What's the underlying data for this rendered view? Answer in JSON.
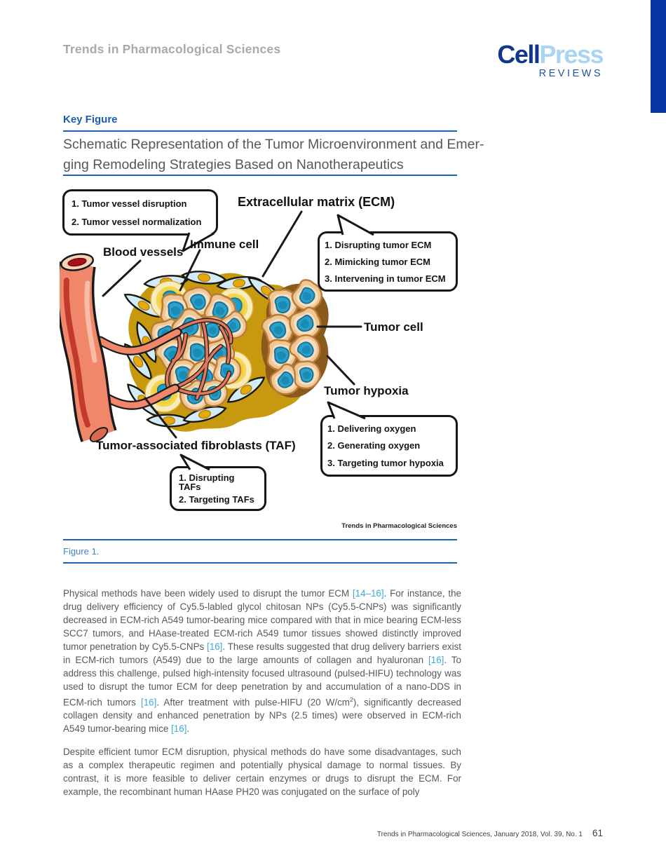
{
  "header": {
    "journal": "Trends in Pharmacological Sciences"
  },
  "logo": {
    "cell": "Cell",
    "press": "Press",
    "tagline": "REVIEWS"
  },
  "key_figure": {
    "label": "Key Figure",
    "title_line1": "Schematic Representation of the Tumor Microenvironment and Emer-",
    "title_line2": "ging Remodeling Strategies Based on Nanotherapeutics"
  },
  "figure": {
    "labels": {
      "ecm": "Extracellular matrix (ECM)",
      "blood_vessels": "Blood vessels",
      "immune_cell": "Immune cell",
      "tumor_cell": "Tumor cell",
      "tumor_hypoxia": "Tumor hypoxia",
      "taf": "Tumor-associated fibroblasts (TAF)"
    },
    "callouts": {
      "vessel": [
        "1. Tumor vessel disruption",
        "2. Tumor vessel normalization"
      ],
      "ecm": [
        "1. Disrupting tumor ECM",
        "2. Mimicking tumor ECM",
        "3. Intervening in tumor ECM"
      ],
      "hypoxia": [
        "1. Delivering oxygen",
        "2. Generating oxygen",
        "3. Targeting tumor hypoxia"
      ],
      "taf": [
        "1. Disrupting TAFs",
        "2. Targeting TAFs"
      ]
    },
    "credit": "Trends in Pharmacological Sciences",
    "caption": "Figure 1."
  },
  "body": {
    "paragraph1": [
      {
        "type": "text",
        "text": "Physical methods have been widely used to disrupt the tumor ECM "
      },
      {
        "type": "cite",
        "text": "[14–16]"
      },
      {
        "type": "text",
        "text": ". For instance, the drug delivery efficiency of Cy5.5-labled glycol chitosan NPs (Cy5.5-CNPs) was significantly decreased in ECM-rich A549 tumor-bearing mice compared with that in mice bearing ECM-less SCC7 tumors, and HAase-treated ECM-rich A549 tumor tissues showed distinctly improved tumor penetration by Cy5.5-CNPs "
      },
      {
        "type": "cite",
        "text": "[16]"
      },
      {
        "type": "text",
        "text": ". These results suggested that drug delivery barriers exist in ECM-rich tumors (A549) due to the large amounts of collagen and hyaluronan "
      },
      {
        "type": "cite",
        "text": "[16]"
      },
      {
        "type": "text",
        "text": ". To address this challenge, pulsed high-intensity focused ultrasound (pulsed-HIFU) technology was used to disrupt the tumor ECM for deep penetration by and accumulation of a nano-DDS in ECM-rich tumors "
      },
      {
        "type": "cite",
        "text": "[16]"
      },
      {
        "type": "text",
        "text": ". After treatment with pulse-HIFU (20 W/cm"
      },
      {
        "type": "sup",
        "text": "2"
      },
      {
        "type": "text",
        "text": "), significantly decreased collagen density and enhanced penetration by NPs (2.5 times) were observed in ECM-rich A549 tumor-bearing mice "
      },
      {
        "type": "cite",
        "text": "[16]"
      },
      {
        "type": "text",
        "text": "."
      }
    ],
    "paragraph2": [
      {
        "type": "text",
        "text": "Despite efficient tumor ECM disruption, physical methods do have some disadvantages, such as a complex therapeutic regimen and potentially physical damage to normal tissues. By contrast, it is more feasible to deliver certain enzymes or drugs to disrupt the ECM. For example, the recombinant human HAase PH20 was conjugated on the surface of poly"
      }
    ]
  },
  "footer": {
    "citation": "Trends in Pharmacological Sciences, January 2018, Vol. 39, No. 1",
    "page": "61"
  },
  "colors": {
    "brand_dark_blue": "#12368e",
    "brand_light_blue": "#a8d6f2",
    "rule_blue": "#1e63af",
    "citation_blue": "#3fa9dc",
    "sidebar_blue": "#0636a4",
    "tissue_gold": "#c6990f",
    "hypoxia_brown": "#8a5a1c",
    "vessel_salmon": "#f0876b"
  }
}
